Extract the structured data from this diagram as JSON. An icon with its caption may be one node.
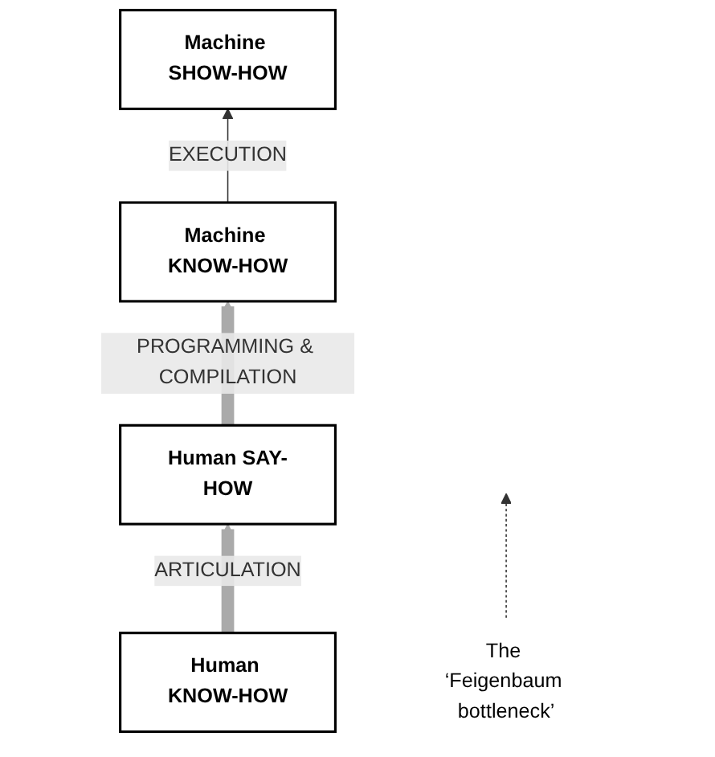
{
  "diagram": {
    "nodes": [
      {
        "text": [
          "Machine SHOW-HOW"
        ]
      },
      {
        "text": [
          "Machine KNOW-HOW"
        ]
      },
      {
        "text": [
          "Human SAY-HOW"
        ]
      },
      {
        "text": [
          "Human KNOW-HOW"
        ]
      },
      {
        "text": [
          "The ‘Feigenbaum bottleneck’"
        ]
      }
    ],
    "edges": [
      {
        "from": 1,
        "to": 0,
        "arrow": "to",
        "label": "EXECUTION"
      },
      {
        "from": 2,
        "to": 1,
        "arrow": "to",
        "label": "PROGRAMMING & COMPILATION",
        "style": "thick",
        "color": "#aaaaaa"
      },
      {
        "from": 3,
        "to": 2,
        "arrow": "to",
        "label": "ARTICULATION",
        "style": "thick",
        "color": "#aaaaaa"
      },
      {
        "from": 4,
        "to": null,
        "arrow": "to",
        "style": "dashed"
      }
    ]
  }
}
